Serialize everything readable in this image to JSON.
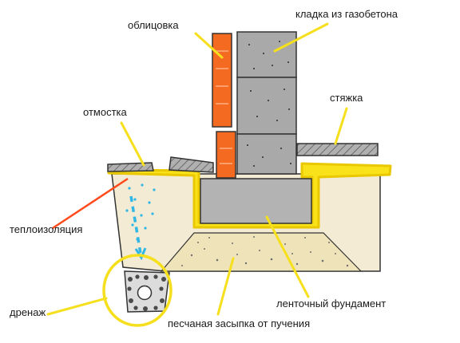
{
  "labels": {
    "cladding": "облицовка",
    "aerated_concrete_masonry": "кладка из газобетона",
    "blind_area": "отмостка",
    "screed": "стяжка",
    "thermal_insulation": "теплоизоляция",
    "drainage": "дренаж",
    "strip_foundation": "ленточный фундамент",
    "sand_backfill": "песчаная засыпка от пучения"
  },
  "colors": {
    "leader_line": "#f6df1d",
    "insulation": "#f9e21a",
    "insulation_pointer": "#ff4a1c",
    "brick": "#f46a21",
    "aerated_block": "#a9a9a9",
    "concrete": "#b3b3b3",
    "soil": "#f3ebd3",
    "sand": "#efe4b9",
    "water_drops": "#31b7e6",
    "gravel": "#4a4a4a"
  }
}
